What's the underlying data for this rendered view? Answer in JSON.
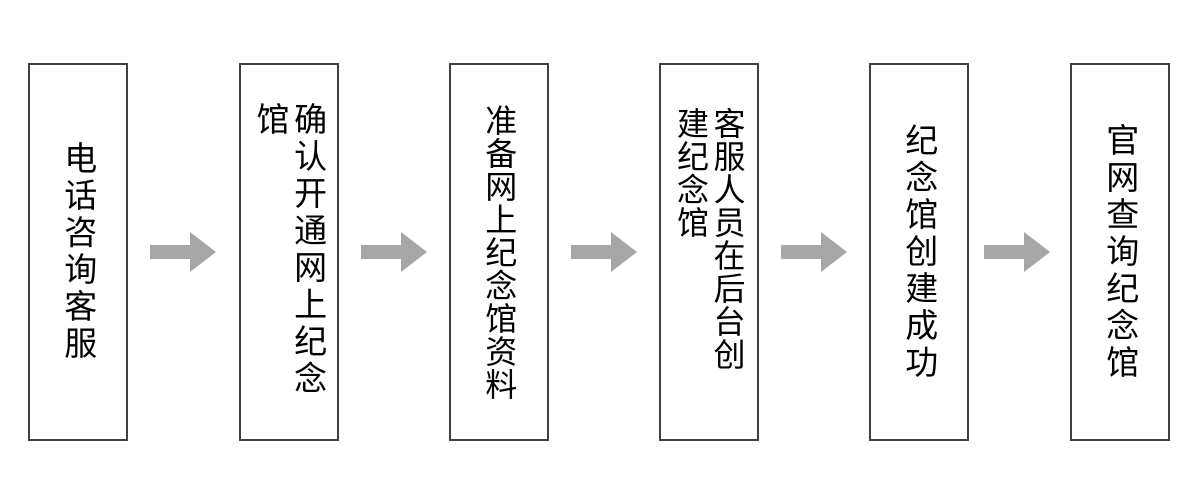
{
  "diagram": {
    "type": "flowchart",
    "orientation": "left-to-right",
    "text_direction": "vertical-right-to-left",
    "background_color": "#ffffff",
    "node_border_color": "#404040",
    "node_fill_color": "#ffffff",
    "text_color": "#000000",
    "arrow_color": "#a6a6a6",
    "nodes": [
      {
        "id": "step-1",
        "label": "电话咨询客服"
      },
      {
        "id": "step-2",
        "label": "确认开通网上纪念馆"
      },
      {
        "id": "step-3",
        "label": "准备网上纪念馆资料"
      },
      {
        "id": "step-4",
        "label": "客服人员在后台创建纪念馆"
      },
      {
        "id": "step-5",
        "label": "纪念馆创建成功"
      },
      {
        "id": "step-6",
        "label": "官网查询纪念馆"
      }
    ],
    "connectors": [
      {
        "id": "arrow-1",
        "from": "step-1",
        "to": "step-2",
        "shape": "block-arrow-right"
      },
      {
        "id": "arrow-2",
        "from": "step-2",
        "to": "step-3",
        "shape": "block-arrow-right"
      },
      {
        "id": "arrow-3",
        "from": "step-3",
        "to": "step-4",
        "shape": "block-arrow-right"
      },
      {
        "id": "arrow-4",
        "from": "step-4",
        "to": "step-5",
        "shape": "block-arrow-right"
      },
      {
        "id": "arrow-5",
        "from": "step-5",
        "to": "step-6",
        "shape": "block-arrow-right"
      }
    ]
  }
}
